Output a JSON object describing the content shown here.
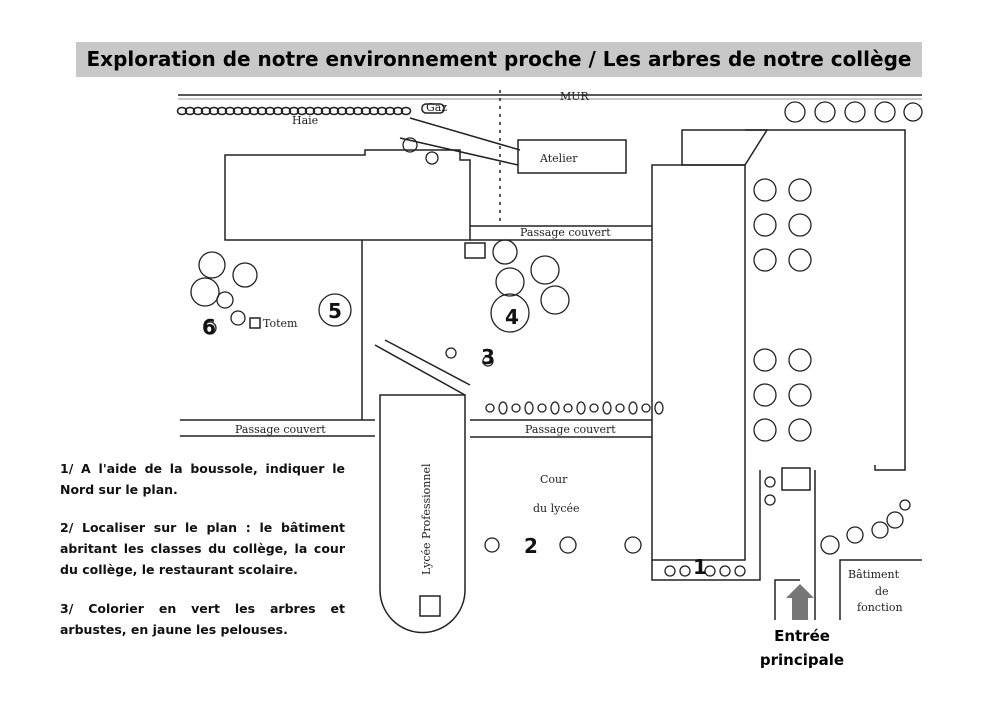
{
  "title": "Exploration de notre environnement proche / Les arbres de notre collège",
  "map": {
    "labels": {
      "wall": "MUR",
      "hedge": "Haie",
      "gas": "Gaz",
      "workshop": "Atelier",
      "passage_top": "Passage couvert",
      "passage_left": "Passage couvert",
      "passage_mid": "Passage couvert",
      "totem": "Totem",
      "lycee_pro": "Lycée Professionnel",
      "cour_1": "Cour",
      "cour_2": "du lycée",
      "housing_1": "Bâtiment",
      "housing_2": "de",
      "housing_3": "fonction"
    },
    "tree_numbers": [
      "1",
      "2",
      "3",
      "4",
      "5",
      "6"
    ]
  },
  "instructions": [
    "1/ A l'aide de la boussole, indiquer le Nord sur le plan.",
    "2/ Localiser sur le plan : le bâtiment abritant les classes du collège, la cour du collège, le restaurant scolaire.",
    "3/ Colorier en vert les arbres et arbustes, en jaune les pelouses."
  ],
  "entrance": {
    "line1": "Entrée",
    "line2": "principale"
  },
  "colors": {
    "title_bg": "#c8c8c8",
    "arrow": "#777777"
  }
}
